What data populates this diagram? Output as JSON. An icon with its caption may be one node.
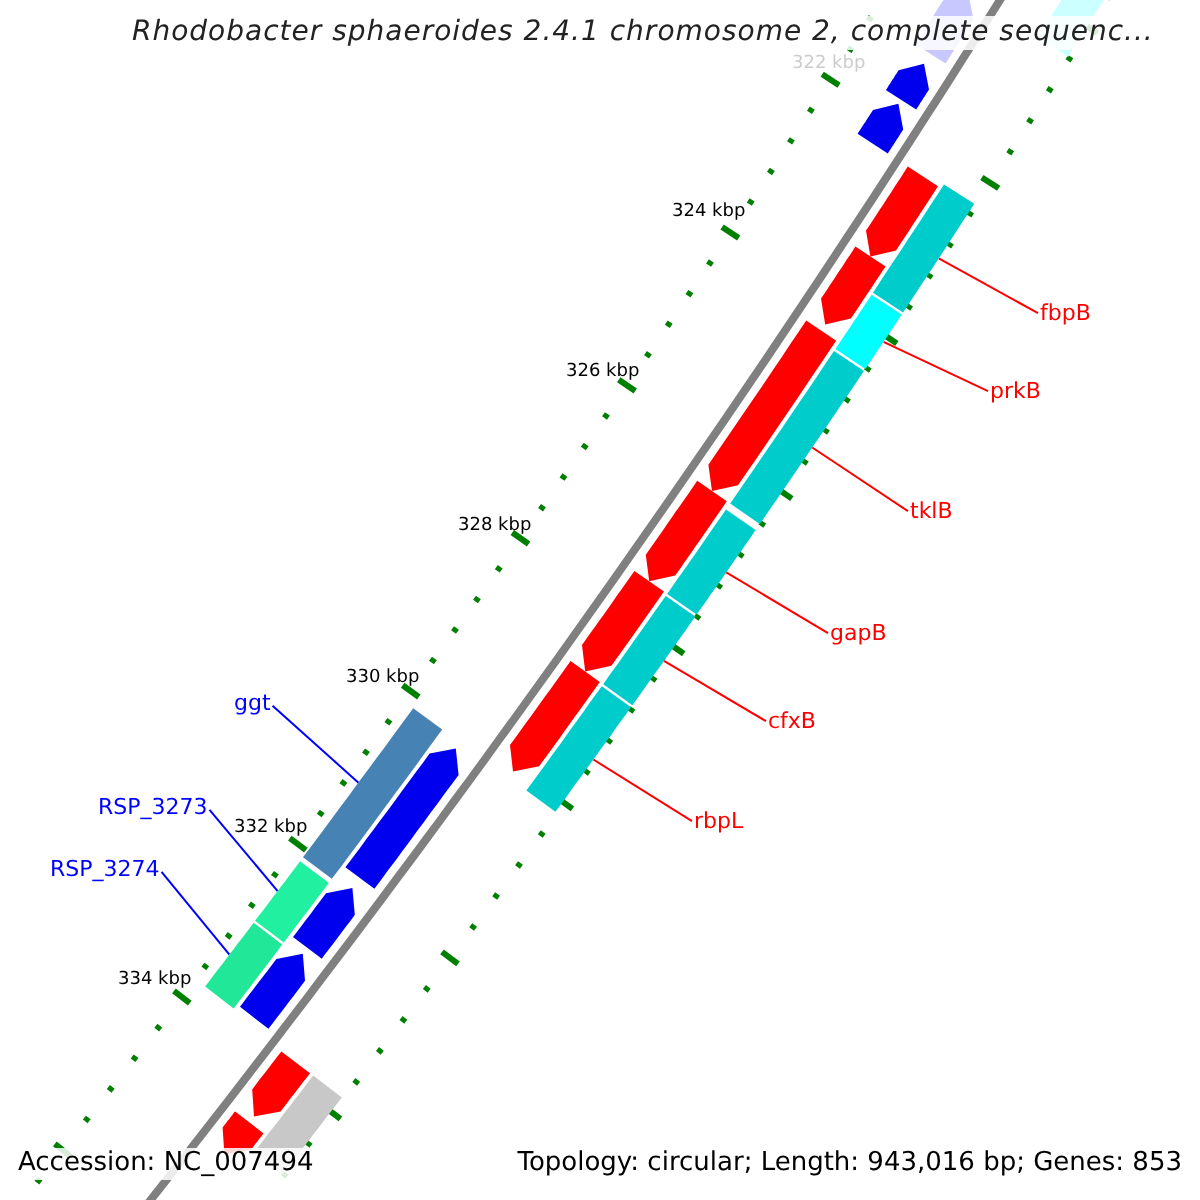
{
  "diagram": {
    "title": "Rhodobacter sphaeroides 2.4.1 chromosome 2, complete sequenc...",
    "nodes": [
      {
        "text": [
          "fbpB"
        ]
      },
      {
        "text": [
          "prkB"
        ]
      },
      {
        "text": [
          "tklB"
        ]
      },
      {
        "text": [
          "gapB"
        ]
      },
      {
        "text": [
          "cfxB"
        ]
      },
      {
        "text": [
          "ggt"
        ]
      },
      {
        "text": [
          "rbpL"
        ]
      },
      {
        "text": [
          "RSP_3273"
        ]
      },
      {
        "text": [
          "RSP_3274"
        ]
      },
      {
        "text": [],
        "shape": "bar"
      },
      {
        "text": [],
        "shape": "bar"
      },
      {
        "text": [],
        "shape": "bar"
      },
      {
        "text": [],
        "shape": "bar"
      },
      {
        "text": [],
        "shape": "bar"
      },
      {
        "text": [],
        "shape": "bar"
      },
      {
        "text": [],
        "shape": "bar"
      },
      {
        "text": [],
        "shape": "bar"
      },
      {
        "text": [],
        "shape": "bar"
      },
      {
        "text": [],
        "shape": "arrow"
      },
      {
        "text": [],
        "shape": "bar"
      },
      {
        "text": [],
        "shape": "arrow"
      },
      {
        "text": [],
        "shape": "arrow"
      },
      {
        "text": [],
        "shape": "arrow"
      },
      {
        "text": [],
        "shape": "arrow"
      },
      {
        "text": [],
        "shape": "arrow"
      },
      {
        "text": [],
        "shape": "arrow"
      },
      {
        "text": [],
        "shape": "arrow"
      },
      {
        "text": [],
        "shape": "arrow"
      },
      {
        "text": [],
        "shape": "arrow"
      },
      {
        "text": [],
        "shape": "arrow"
      },
      {
        "text": [],
        "shape": "arrow"
      },
      {
        "text": [],
        "shape": "arrow"
      },
      {
        "text": [],
        "shape": "arrow"
      },
      {
        "text": [],
        "shape": "bar"
      }
    ],
    "edges": [
      {
        "from": 0,
        "to": 9,
        "arrow": "none"
      },
      {
        "from": 1,
        "to": 10,
        "arrow": "none"
      },
      {
        "from": 2,
        "to": 11,
        "arrow": "none"
      },
      {
        "from": 3,
        "to": 12,
        "arrow": "none"
      },
      {
        "from": 4,
        "to": 13,
        "arrow": "none"
      },
      {
        "from": 5,
        "to": 14,
        "arrow": "none",
        "color": "#0000ff"
      },
      {
        "from": 6,
        "to": 15,
        "arrow": "none"
      },
      {
        "from": 7,
        "to": 16,
        "arrow": "none",
        "color": "#0000ff"
      },
      {
        "from": 8,
        "to": 17,
        "arrow": "none",
        "color": "#0000ff"
      }
    ],
    "labels": [
      "322 kbp",
      "324 kbp",
      "326 kbp",
      "328 kbp",
      "330 kbp",
      "332 kbp",
      "334 kbp",
      "Accession: NC_007494",
      "Topology: circular; Length: 943,016 bp; Genes: 853"
    ]
  }
}
